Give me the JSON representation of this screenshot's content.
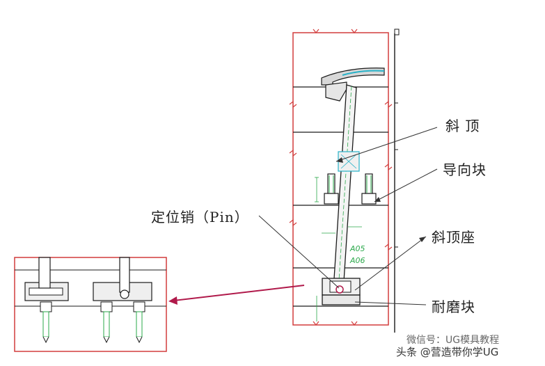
{
  "labels": {
    "lifter": "斜 顶",
    "guide_block": "导向块",
    "locating_pin": "定位销（Pin）",
    "lifter_base": "斜顶座",
    "wear_plate": "耐磨块"
  },
  "annotations": {
    "a05": "A05",
    "a06": "A06"
  },
  "watermark": {
    "line1": "微信号：UG模具教程",
    "line2": "头条 @营造带你学UG"
  },
  "colors": {
    "frame_red": "#d23c3c",
    "outline_black": "#1a1a1a",
    "accent_green": "#2aa84a",
    "accent_cyan": "#27b2c8",
    "arrow_crimson": "#b0194a",
    "part_fill": "#ececec"
  },
  "icons": [
    "arrow-icon",
    "break-symbol-icon",
    "bolt-icon"
  ]
}
